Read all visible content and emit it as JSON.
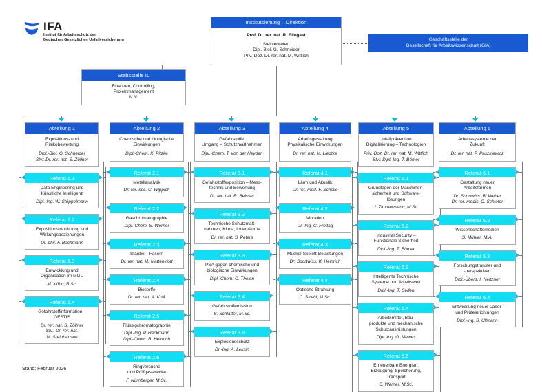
{
  "logo": {
    "wordmark": "IFA",
    "line1": "Institut für Arbeitsschutz der",
    "line2": "Deutschen Gesetzlichen Unfallversicherung",
    "mark_color": "#1959d2"
  },
  "colors": {
    "header_dark": "#1959d2",
    "header_cyan": "#12ddf2",
    "connector": "#12b7e8",
    "box_border": "#a9a9a9"
  },
  "footer": {
    "stand": "Stand: Februar 2026"
  },
  "direktion": {
    "title": "Institutsleitung – Direktion",
    "leader": "Prof. Dr. rer. nat. R. Ellegast",
    "deputy_label": "Stellvertreter:",
    "deputy1": "Dipl.-Biol. G. Schneider",
    "deputy2": "Priv.-Doz. Dr. rer. nat. M. Wittlich"
  },
  "gfa": {
    "line1": "Geschäftsstelle der",
    "line2": "Gesellschaft für Arbeitswissenschaft (GfA)"
  },
  "stabsstelle": {
    "title": "Stabsstelle IL",
    "line1": "Finanzen, Controlling,",
    "line2": "Projektmanagement",
    "line3": "N.N."
  },
  "departments": [
    {
      "title": "Abteilung 1",
      "name1": "Expositions- und",
      "name2": "Risikobewertung",
      "head1": "Dipl.-Biol. G. Schneider",
      "head2": "Stv.: Dr. rer. nat. S. Zöllner",
      "units": [
        {
          "title": "Referat 1.1",
          "lines": [
            "Data Engineering und",
            "Künstliche Intelligenz"
          ],
          "head": [
            "Dipl.-Ing. W. Stöppelmann"
          ]
        },
        {
          "title": "Referat 1.2",
          "lines": [
            "Expositionsmonitoring und",
            "Wirkungsbeziehungen"
          ],
          "head": [
            "Dr. phil. F. Bochmann"
          ]
        },
        {
          "title": "Referat 1.3",
          "lines": [
            "Entwicklung und",
            "Organisation im MGU"
          ],
          "head": [
            "M. Kühn, B.Sc."
          ]
        },
        {
          "title": "Referat 1.4",
          "lines": [
            "Gefahrstoffinformation –",
            "GESTIS"
          ],
          "head": [
            "Dr. rer. nat. S. Zöllner",
            "Stv.: Dr. rer. nat.",
            "M. Steinhausen"
          ]
        }
      ]
    },
    {
      "title": "Abteilung 2",
      "name1": "Chemische und biologische",
      "name2": "Einwirkungen",
      "head1": "Dipl.-Chem. K. Pitzke",
      "head2": "",
      "units": [
        {
          "title": "Referat 2.1",
          "lines": [
            "Metallanalytik"
          ],
          "head": [
            "Dr. rer. sec. C. Wippich"
          ]
        },
        {
          "title": "Referat 2.2",
          "lines": [
            "Gaschromatographie"
          ],
          "head": [
            "Dipl.-Chem. S. Werner"
          ]
        },
        {
          "title": "Referat 2.3",
          "lines": [
            "Stäube – Fasern"
          ],
          "head": [
            "Dr. rer. nat. M. Mattenklott"
          ]
        },
        {
          "title": "Referat 2.4",
          "lines": [
            "Biostoffe"
          ],
          "head": [
            "Dr. rer. nat. A. Kolk"
          ]
        },
        {
          "title": "Referat 2.5",
          "lines": [
            "Flüssigchromatographie"
          ],
          "head": [
            "Dipl.-Ing. P. Heckmann",
            "Dipl.-Chem. B. Heinrich"
          ]
        },
        {
          "title": "Referat 2.6",
          "lines": [
            "Ringversuche",
            "und Prüfgasstrecke"
          ],
          "head": [
            "F. Nürnberger, M.Sc."
          ]
        }
      ]
    },
    {
      "title": "Abteilung 3",
      "name1": "Gefahrstoffe:",
      "name2": "Umgang – Schutzmaßnahmen",
      "head1": "Dipl.-Chem. T. von der Heyden",
      "head2": "",
      "units": [
        {
          "title": "Referat 3.1",
          "lines": [
            "Gefahrstoffexposition – Mess-",
            "technik und Bewertung"
          ],
          "head": [
            "Dr. rer. nat. R. Beisser"
          ]
        },
        {
          "title": "Referat 3.2",
          "lines": [
            "Technische Schutzmaß-",
            "nahmen, Klima, Innenräume"
          ],
          "head": [
            "Dr. rer. nat. S. Peters"
          ]
        },
        {
          "title": "Referat 3.3",
          "lines": [
            "PSA gegen chemische und",
            "biologische Einwirkungen"
          ],
          "head": [
            "Dipl.-Chem. C. Thelen"
          ]
        },
        {
          "title": "Referat 3.4",
          "lines": [
            "Gefahrstoffemission"
          ],
          "head": [
            "S. Schlatter, M.Sc."
          ]
        },
        {
          "title": "Referat 3.5",
          "lines": [
            "Explosionsschutz"
          ],
          "head": [
            "Dr.-Ing. A. Leksin"
          ]
        }
      ]
    },
    {
      "title": "Abteilung 4",
      "name1": "Arbeitsgestaltung",
      "name2": "Physikalische Einwirkungen",
      "head1": "Dr. rer. nat. M. Liedtke",
      "head2": "",
      "units": [
        {
          "title": "Referat 4.1",
          "lines": [
            "Lärm und Akustik"
          ],
          "head": [
            "Dr. rer. med. F. Schelle"
          ]
        },
        {
          "title": "Referat 4.2",
          "lines": [
            "Vibration"
          ],
          "head": [
            "Dr.-Ing. C. Freitag"
          ]
        },
        {
          "title": "Referat 4.3",
          "lines": [
            "Muskel-Skelett-Belastungen"
          ],
          "head": [
            "Dr. Sportwiss. K. Heinrich"
          ]
        },
        {
          "title": "Referat 4.4",
          "lines": [
            "Optische Strahlung"
          ],
          "head": [
            "C. Strehl, M.Sc."
          ]
        }
      ]
    },
    {
      "title": "Abteilung 5",
      "name1": "Unfallprävention:",
      "name2": "Digitalisierung – Technologien",
      "head1": "Priv.-Doz. Dr. rer. nat. M. Wittlich",
      "head2": "Stv.: Dipl.-Ing. T. Bömer",
      "units": [
        {
          "title": "Referat 5.1",
          "lines": [
            "Grundlagen der Maschinen-",
            "sicherheit und Software-",
            "lösungen"
          ],
          "head": [
            "J. Zimmermann, M.Sc."
          ]
        },
        {
          "title": "Referat 5.2",
          "lines": [
            "Industrial Security –",
            "Funktionale Sicherheit"
          ],
          "head": [
            "Dipl.-Ing. T. Bömer"
          ]
        },
        {
          "title": "Referat 5.3",
          "lines": [
            "Intelligente Technische",
            "Systeme und Arbeitswelt"
          ],
          "head": [
            "Dipl.-Ing. T. Seifen"
          ]
        },
        {
          "title": "Referat 5.4",
          "lines": [
            "Arbeitsmittel, Bau-",
            "produkte und mechanische",
            "Schutzausrüstungen"
          ],
          "head": [
            "Dipl.-Ing. O. Mewes"
          ]
        },
        {
          "title": "Referat 5.5",
          "lines": [
            "Erneuerbare Energien:",
            "Erzeugung, Speicherung,",
            "Transport"
          ],
          "head": [
            "C. Werner, M.Sc."
          ]
        }
      ]
    },
    {
      "title": "Abteilung 6",
      "name1": "Arbeitssysteme der",
      "name2": "Zukunft",
      "head1": "Dr. rer. nat. P. Paszkiewicz",
      "head2": "",
      "units": [
        {
          "title": "Referat 6.1",
          "lines": [
            "Gestaltung neuer",
            "Arbeitsformen"
          ],
          "head": [
            "Dr. Sportwiss. B. Weber",
            "Dr. rer. medic. C. Schiefer"
          ]
        },
        {
          "title": "Referat 6.2",
          "lines": [
            "Wissenschaftsmedien"
          ],
          "head": [
            "S. Mühler, M.A."
          ]
        },
        {
          "title": "Referat 6.3",
          "lines": [
            "Forschungstransfer und",
            "-perspektiven"
          ],
          "head": [
            "Dipl.-Übers. I. Neitzner"
          ]
        },
        {
          "title": "Referat 6.4",
          "lines": [
            "Entwicklung neuer Labor-",
            "und Prüfeinrichtungen"
          ],
          "head": [
            "Dipl.-Ing. S. Ullmann"
          ]
        }
      ]
    }
  ]
}
